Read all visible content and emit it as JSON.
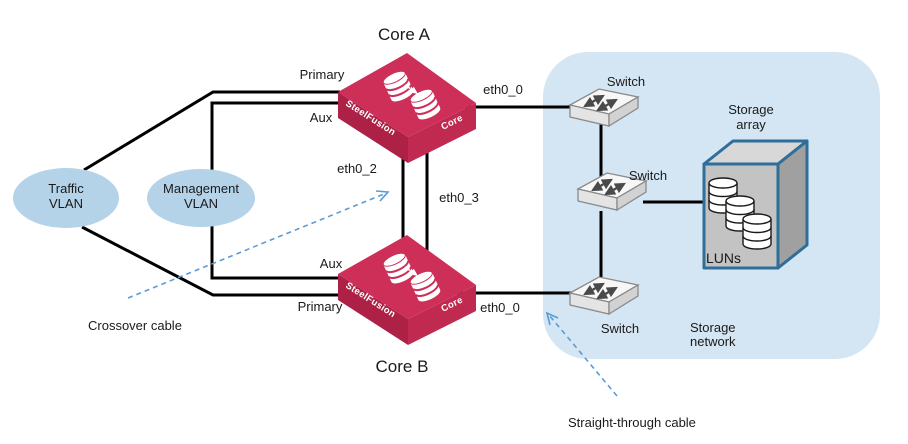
{
  "colors": {
    "background": "#ffffff",
    "storage_network_bg": "#d4e6f3",
    "vlan_fill": "#b4d3e9",
    "core_top": "#ce2f58",
    "core_left_face": "#ad2146",
    "core_right_face": "#c02950",
    "cable": "#000000",
    "annotation_arrow": "#5b9bd5",
    "storage_array_border": "#2e6e99",
    "switch_arrow": "#4a4a4a"
  },
  "cores": {
    "a": {
      "title": "Core A",
      "brand": "SteelFusion",
      "product": "Core",
      "port_primary": "Primary",
      "port_aux": "Aux",
      "port_eth": "eth0_0"
    },
    "b": {
      "title": "Core B",
      "brand": "SteelFusion",
      "product": "Core",
      "port_primary": "Primary",
      "port_aux": "Aux",
      "port_eth": "eth0_0"
    }
  },
  "interconnect": {
    "eth0_2": "eth0_2",
    "eth0_3": "eth0_3"
  },
  "vlans": {
    "traffic": {
      "line1": "Traffic",
      "line2": "VLAN"
    },
    "management": {
      "line1": "Management",
      "line2": "VLAN"
    }
  },
  "switches": [
    {
      "label": "Switch"
    },
    {
      "label": "Switch"
    },
    {
      "label": "Switch"
    }
  ],
  "storage": {
    "array_label_line1": "Storage",
    "array_label_line2": "array",
    "luns_label": "LUNs",
    "network_label_line1": "Storage",
    "network_label_line2": "network"
  },
  "annotations": {
    "crossover": "Crossover cable",
    "straight_through": "Straight-through cable"
  }
}
